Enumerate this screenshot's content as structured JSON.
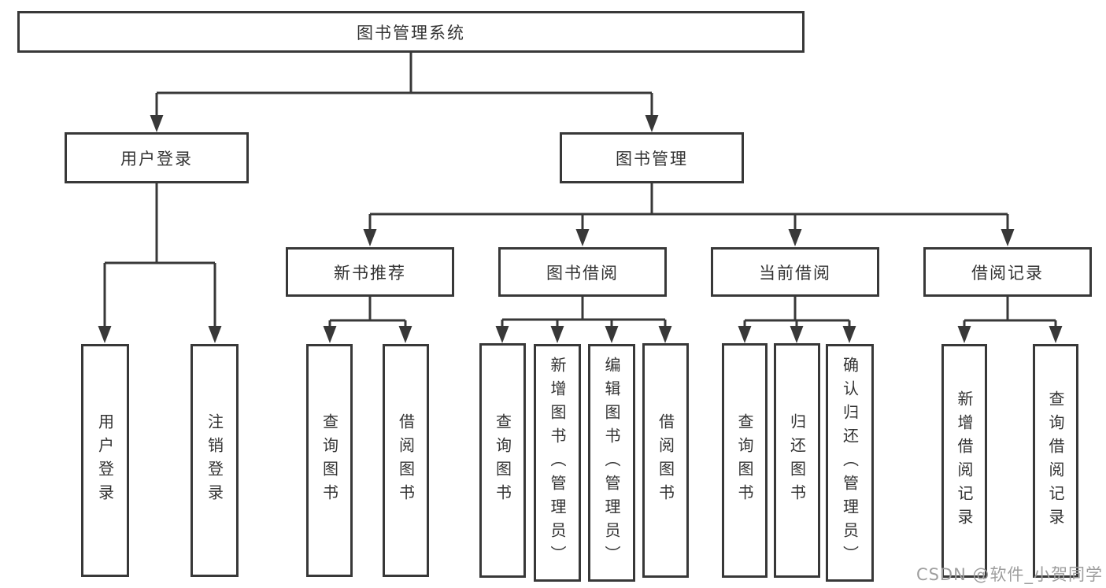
{
  "colors": {
    "stroke": "#383838",
    "text": "#333333",
    "watermark": "#9e9e9e",
    "background": "#ffffff"
  },
  "tree": {
    "root": {
      "label": "图书管理系统"
    },
    "branches": [
      {
        "label": "用户登录",
        "leaves": [
          {
            "label": "用户登录"
          },
          {
            "label": "注销登录"
          }
        ]
      },
      {
        "label": "图书管理",
        "groups": [
          {
            "label": "新书推荐",
            "leaves": [
              {
                "label": "查询图书"
              },
              {
                "label": "借阅图书"
              }
            ]
          },
          {
            "label": "图书借阅",
            "leaves": [
              {
                "label": "查询图书"
              },
              {
                "label": "新增图书（管理员）"
              },
              {
                "label": "编辑图书（管理员）"
              },
              {
                "label": "借阅图书"
              }
            ]
          },
          {
            "label": "当前借阅",
            "leaves": [
              {
                "label": "查询图书"
              },
              {
                "label": "归还图书"
              },
              {
                "label": "确认归还（管理员）"
              }
            ]
          },
          {
            "label": "借阅记录",
            "leaves": [
              {
                "label": "新增借阅记录"
              },
              {
                "label": "查询借阅记录"
              }
            ]
          }
        ]
      }
    ]
  },
  "watermark": {
    "text": "CSDN @软件_小贺同学"
  }
}
